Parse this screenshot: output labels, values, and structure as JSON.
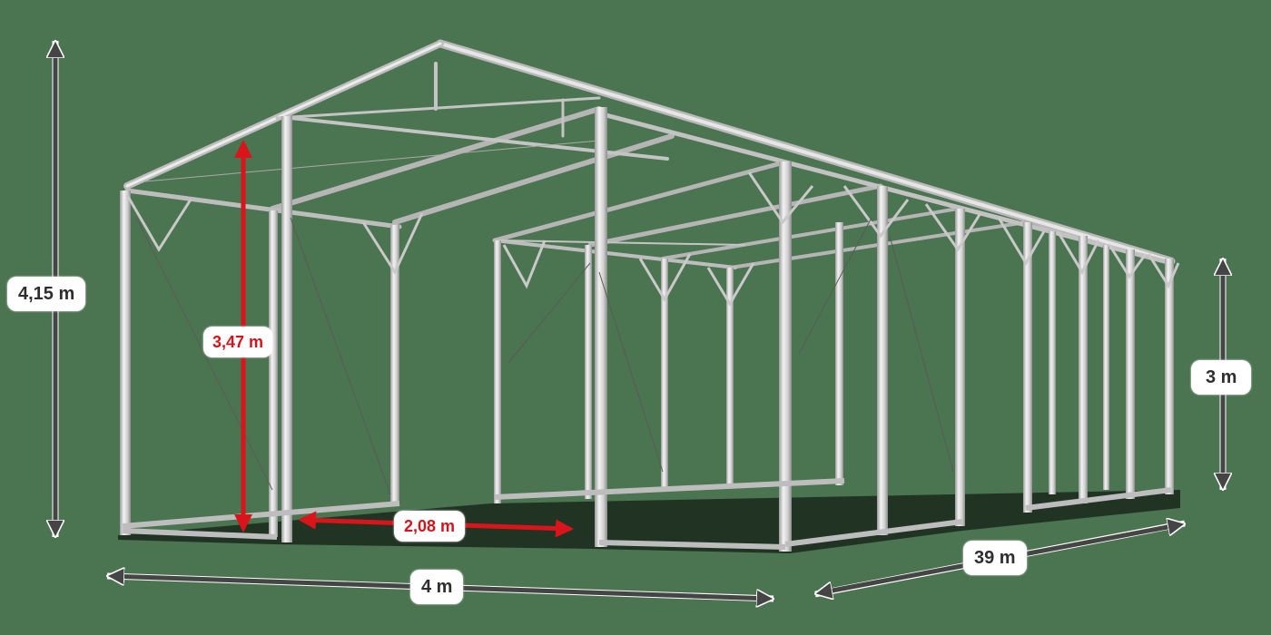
{
  "diagram": {
    "subject": "Tent frame (hall structure) with dimensions",
    "background_color": "#4b7450",
    "frame_color": "#c8c8c8",
    "dimension_arrow_color": "#454545",
    "highlight_arrow_color": "#d9141b",
    "dimensions": {
      "total_height": {
        "label": "4,15 m",
        "orientation": "vertical",
        "color": "dark"
      },
      "door_height": {
        "label": "3,47 m",
        "orientation": "vertical",
        "color": "red"
      },
      "door_width": {
        "label": "2,08 m",
        "orientation": "horizontal",
        "color": "red"
      },
      "side_height": {
        "label": "3 m",
        "orientation": "vertical",
        "color": "dark"
      },
      "width": {
        "label": "4 m",
        "orientation": "horizontal",
        "color": "dark"
      },
      "length": {
        "label": "39 m",
        "orientation": "diagonal",
        "color": "dark"
      }
    }
  }
}
